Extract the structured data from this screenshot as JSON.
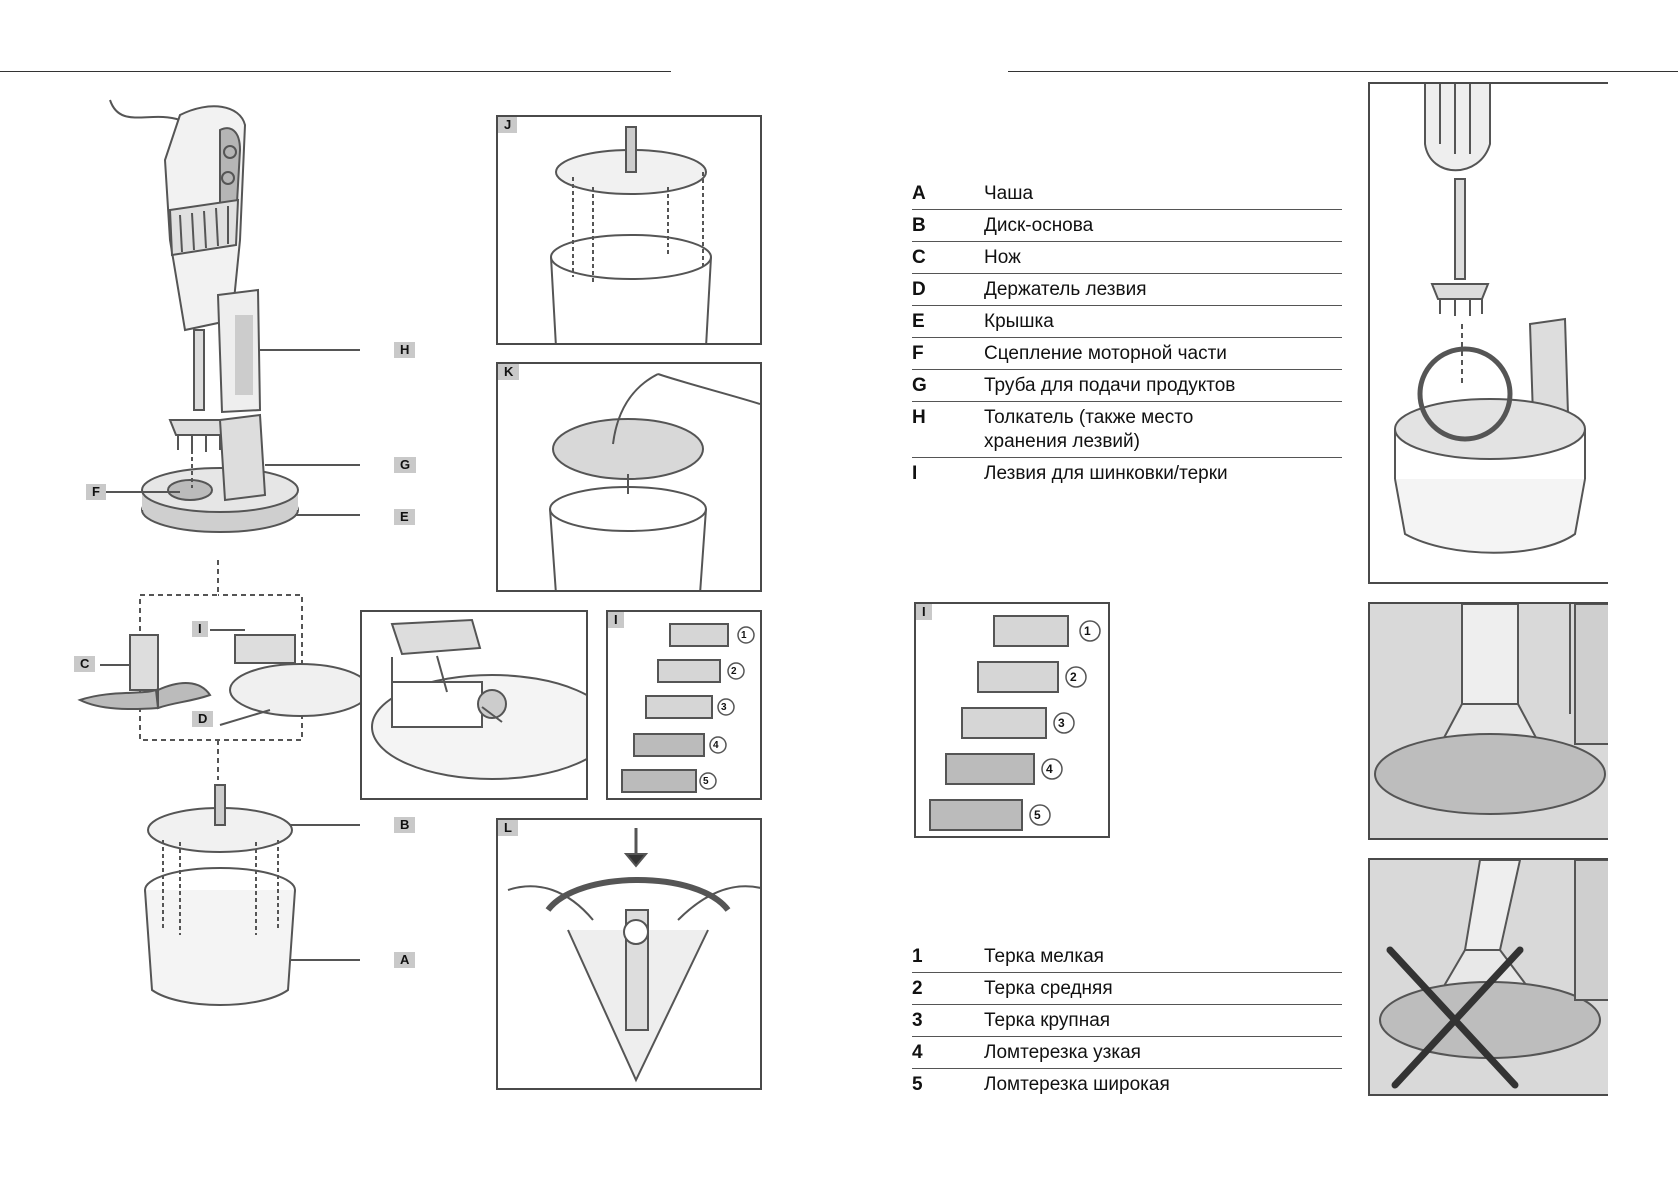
{
  "panels": {
    "j": "J",
    "k": "K",
    "l": "L",
    "i_small": "I",
    "i_large": "I"
  },
  "callouts": {
    "a": "A",
    "b": "B",
    "c": "C",
    "d": "D",
    "e": "E",
    "f": "F",
    "g": "G",
    "h": "H",
    "i": "I"
  },
  "blade_numbers": [
    "1",
    "2",
    "3",
    "4",
    "5"
  ],
  "parts_legend": [
    {
      "key": "A",
      "label": "Чаша"
    },
    {
      "key": "B",
      "label": "Диск-основа"
    },
    {
      "key": "C",
      "label": "Нож"
    },
    {
      "key": "D",
      "label": "Держатель лезвия"
    },
    {
      "key": "E",
      "label": "Крышка"
    },
    {
      "key": "F",
      "label": "Сцепление моторной части"
    },
    {
      "key": "G",
      "label": "Труба для подачи продуктов"
    },
    {
      "key": "H",
      "label": "Толкатель (также место хранения лезвий)"
    },
    {
      "key": "I",
      "label": "Лезвия для шинковки/терки"
    }
  ],
  "blades_legend": [
    {
      "key": "1",
      "label": "Терка мелкая"
    },
    {
      "key": "2",
      "label": "Терка средняя"
    },
    {
      "key": "3",
      "label": "Терка крупная"
    },
    {
      "key": "4",
      "label": "Ломтерезка узкая"
    },
    {
      "key": "5",
      "label": "Ломтерезка широкая"
    }
  ]
}
